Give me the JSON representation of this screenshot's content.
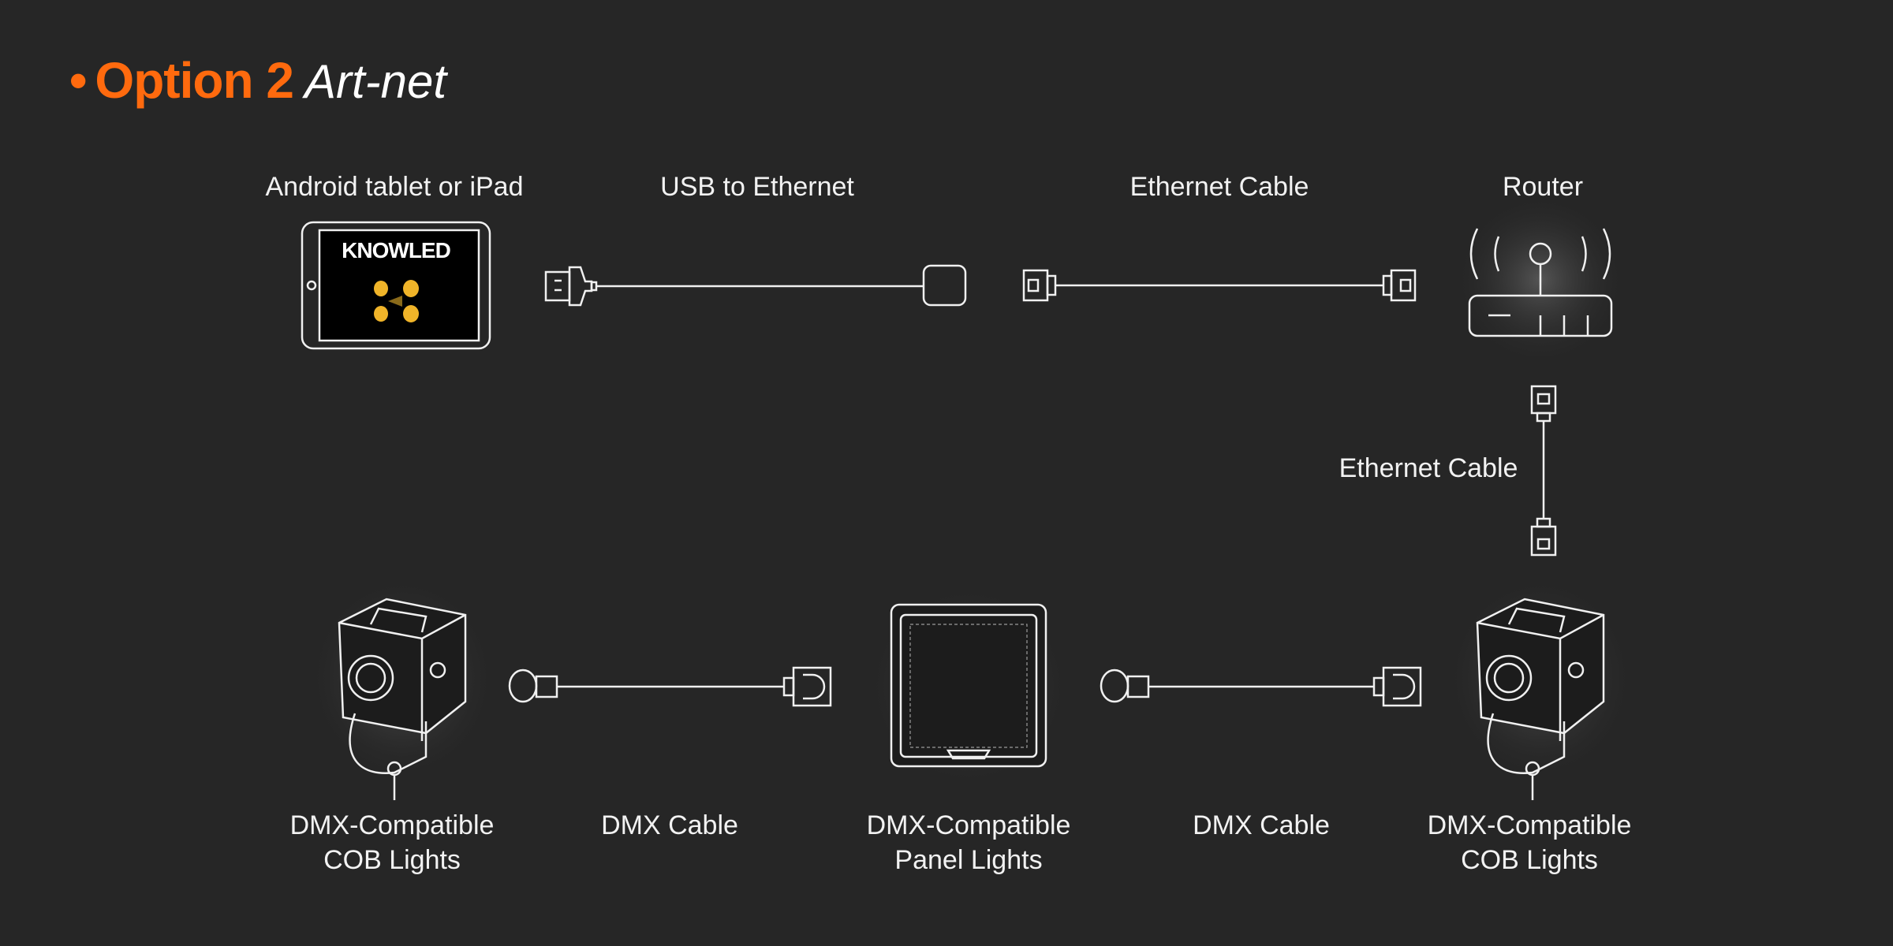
{
  "title": {
    "bullet": "•",
    "main": "Option 2",
    "sub": "Art-net"
  },
  "colors": {
    "accent": "#ff6a0e",
    "background": "#262626",
    "line": "#f0f0f0",
    "app_dots": "#f0b429"
  },
  "top_labels": {
    "tablet": "Android tablet or iPad",
    "usb": "USB to Ethernet",
    "ethernet": "Ethernet Cable",
    "router": "Router"
  },
  "side_label": {
    "ethernet": "Ethernet Cable"
  },
  "tablet_brand": "KNOWLED",
  "bottom_labels": {
    "cob_left": [
      "DMX-Compatible",
      "COB Lights"
    ],
    "dmx_left": "DMX Cable",
    "panel": [
      "DMX-Compatible",
      "Panel Lights"
    ],
    "dmx_right": "DMX Cable",
    "cob_right": [
      "DMX-Compatible",
      "COB Lights"
    ]
  }
}
